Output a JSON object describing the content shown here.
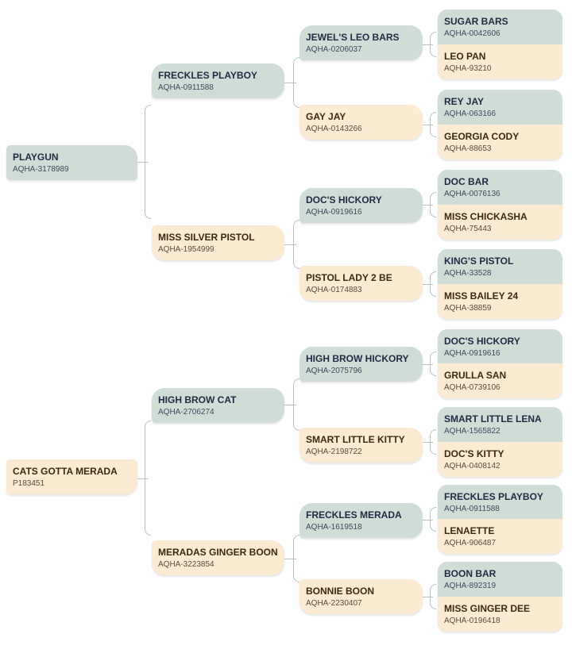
{
  "pedigree": {
    "horses": [
      {
        "name": "PLAYGUN",
        "reg": "AQHA-3178989",
        "gen": 0,
        "slot": 0
      },
      {
        "name": "CATS GOTTA MERADA",
        "reg": "P183451",
        "gen": 0,
        "slot": 1
      },
      {
        "name": "FRECKLES PLAYBOY",
        "reg": "AQHA-0911588",
        "gen": 1,
        "slot": 0
      },
      {
        "name": "MISS SILVER PISTOL",
        "reg": "AQHA-1954999",
        "gen": 1,
        "slot": 1
      },
      {
        "name": "HIGH BROW CAT",
        "reg": "AQHA-2706274",
        "gen": 1,
        "slot": 2
      },
      {
        "name": "MERADAS GINGER BOON",
        "reg": "AQHA-3223854",
        "gen": 1,
        "slot": 3
      },
      {
        "name": "JEWEL'S LEO BARS",
        "reg": "AQHA-0206037",
        "gen": 2,
        "slot": 0
      },
      {
        "name": "GAY JAY",
        "reg": "AQHA-0143266",
        "gen": 2,
        "slot": 1
      },
      {
        "name": "DOC'S HICKORY",
        "reg": "AQHA-0919616",
        "gen": 2,
        "slot": 2
      },
      {
        "name": "PISTOL LADY 2 BE",
        "reg": "AQHA-0174883",
        "gen": 2,
        "slot": 3
      },
      {
        "name": "HIGH BROW HICKORY",
        "reg": "AQHA-2075796",
        "gen": 2,
        "slot": 4
      },
      {
        "name": "SMART LITTLE KITTY",
        "reg": "AQHA-2198722",
        "gen": 2,
        "slot": 5
      },
      {
        "name": "FRECKLES MERADA",
        "reg": "AQHA-1619518",
        "gen": 2,
        "slot": 6
      },
      {
        "name": "BONNIE BOON",
        "reg": "AQHA-2230407",
        "gen": 2,
        "slot": 7
      },
      {
        "name": "SUGAR BARS",
        "reg": "AQHA-0042606",
        "gen": 3,
        "slot": 0
      },
      {
        "name": "LEO PAN",
        "reg": "AQHA-93210",
        "gen": 3,
        "slot": 1
      },
      {
        "name": "REY JAY",
        "reg": "AQHA-063166",
        "gen": 3,
        "slot": 2
      },
      {
        "name": "GEORGIA CODY",
        "reg": "AQHA-88653",
        "gen": 3,
        "slot": 3
      },
      {
        "name": "DOC BAR",
        "reg": "AQHA-0076136",
        "gen": 3,
        "slot": 4
      },
      {
        "name": "MISS CHICKASHA",
        "reg": "AQHA-75443",
        "gen": 3,
        "slot": 5
      },
      {
        "name": "KING'S PISTOL",
        "reg": "AQHA-33528",
        "gen": 3,
        "slot": 6
      },
      {
        "name": "MISS BAILEY 24",
        "reg": "AQHA-38859",
        "gen": 3,
        "slot": 7
      },
      {
        "name": "DOC'S HICKORY",
        "reg": "AQHA-0919616",
        "gen": 3,
        "slot": 8
      },
      {
        "name": "GRULLA SAN",
        "reg": "AQHA-0739106",
        "gen": 3,
        "slot": 9
      },
      {
        "name": "SMART LITTLE LENA",
        "reg": "AQHA-1565822",
        "gen": 3,
        "slot": 10
      },
      {
        "name": "DOC'S KITTY",
        "reg": "AQHA-0408142",
        "gen": 3,
        "slot": 11
      },
      {
        "name": "FRECKLES PLAYBOY",
        "reg": "AQHA-0911588",
        "gen": 3,
        "slot": 12
      },
      {
        "name": "LENAETTE",
        "reg": "AQHA-906487",
        "gen": 3,
        "slot": 13
      },
      {
        "name": "BOON BAR",
        "reg": "AQHA-892319",
        "gen": 3,
        "slot": 14
      },
      {
        "name": "MISS GINGER DEE",
        "reg": "AQHA-0196418",
        "gen": 3,
        "slot": 15
      }
    ],
    "colors": {
      "sire": "#cfddd6",
      "dam": "#fcebd3",
      "connector": "#b7c0c6"
    }
  }
}
